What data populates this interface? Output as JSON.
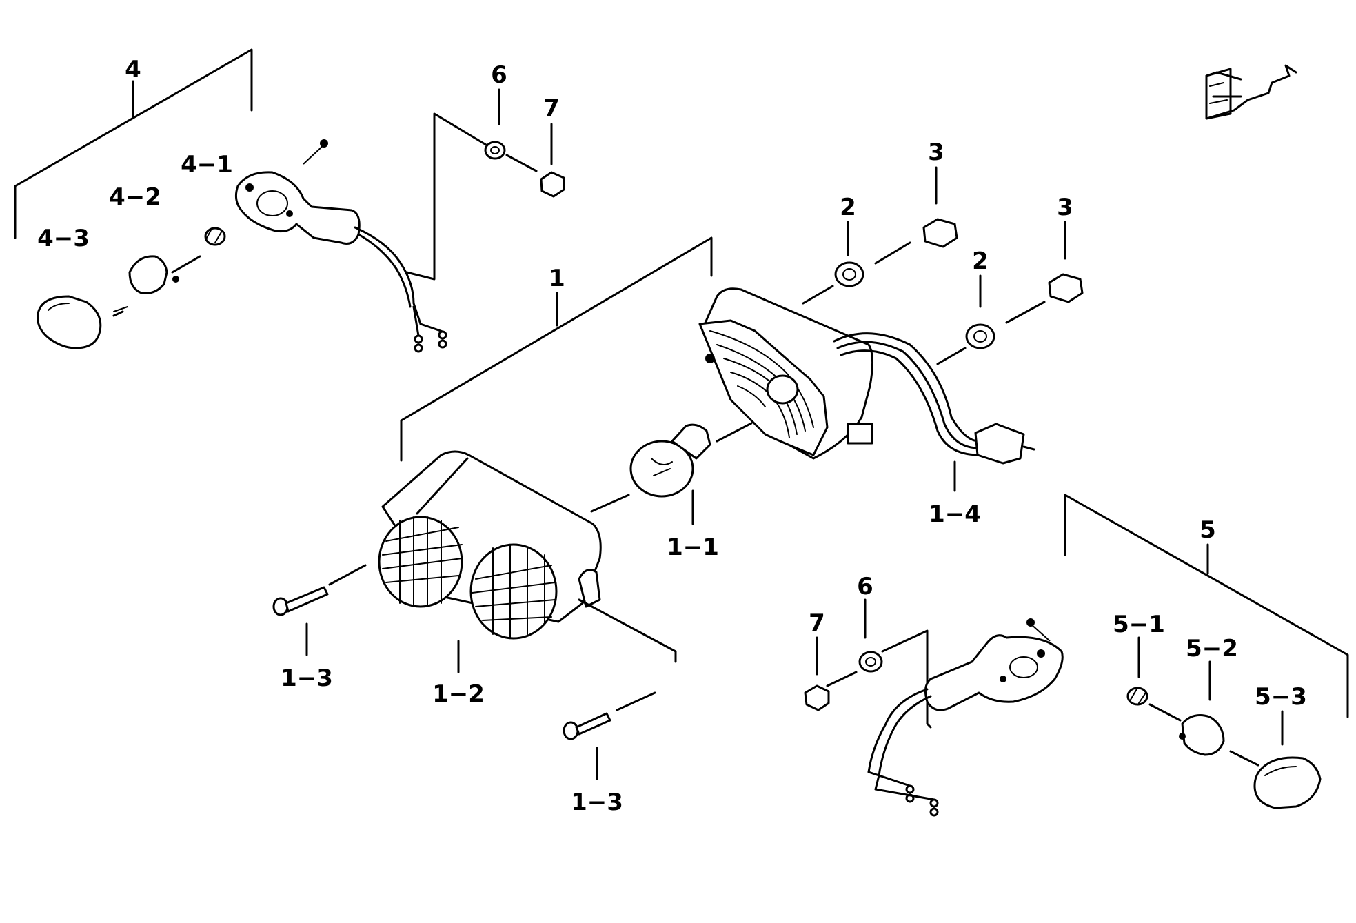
{
  "callouts": {
    "assembly_4": "4",
    "part_4_1": "4−1",
    "part_4_2": "4−2",
    "part_4_3": "4−3",
    "washer_6_top": "6",
    "nut_7_top": "7",
    "assembly_1": "1",
    "washer_2_a": "2",
    "nut_3_a": "3",
    "washer_2_b": "2",
    "nut_3_b": "3",
    "part_1_1": "1−1",
    "part_1_2": "1−2",
    "part_1_3_left": "1−3",
    "part_1_3_right": "1−3",
    "part_1_4": "1−4",
    "assembly_5": "5",
    "part_5_1": "5−1",
    "part_5_2": "5−2",
    "part_5_3": "5−3",
    "washer_6_bottom": "6",
    "nut_7_bottom": "7"
  }
}
